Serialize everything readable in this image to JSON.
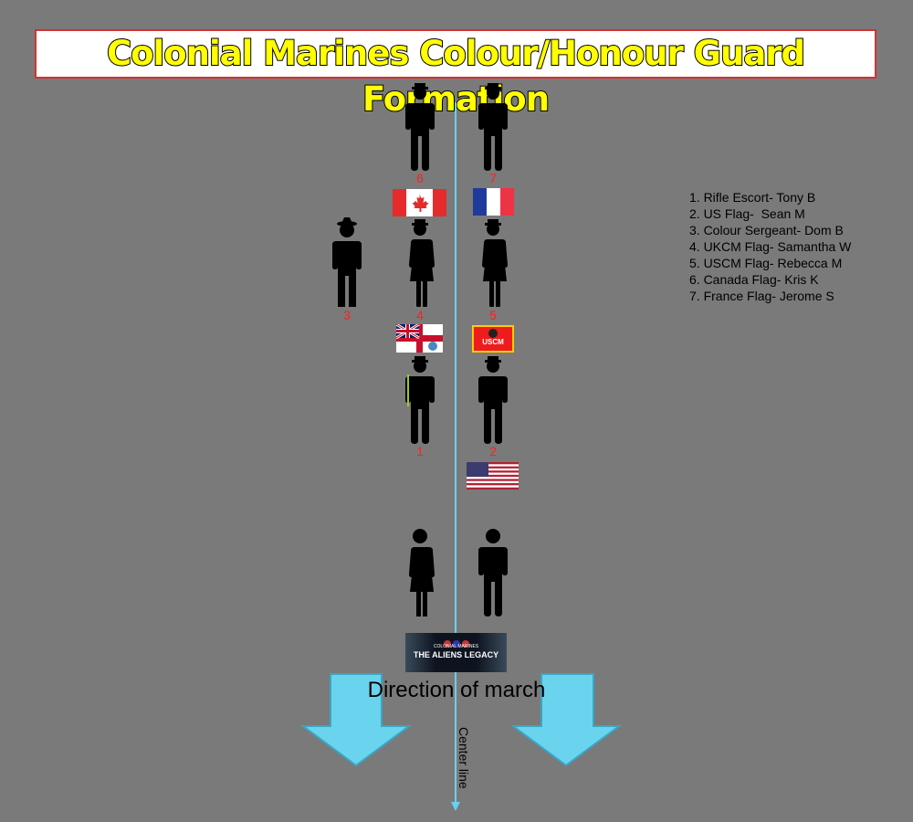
{
  "title": "Colonial Marines Colour/Honour Guard Formation",
  "positions": {
    "p1": "1",
    "p2": "2",
    "p3": "3",
    "p4": "4",
    "p5": "5",
    "p6": "6",
    "p7": "7"
  },
  "legend": [
    "1. Rifle Escort- Tony B",
    "2. US Flag-  Sean M",
    "3. Colour Sergeant- Dom B",
    "4. UKCM Flag- Samantha W",
    "5. USCM Flag- Rebecca M",
    "6. Canada Flag- Kris K",
    "7. France Flag- Jerome S"
  ],
  "flags": {
    "uscm_text": "USCM"
  },
  "banner": {
    "top": "COLONIAL MARINES",
    "main": "THE ALIENS LEGACY"
  },
  "direction_label": "Direction of march",
  "center_line_label": "Center line",
  "colors": {
    "line": "#6ccff0",
    "arrow": "#6ad3ee",
    "number": "#ff2020"
  }
}
